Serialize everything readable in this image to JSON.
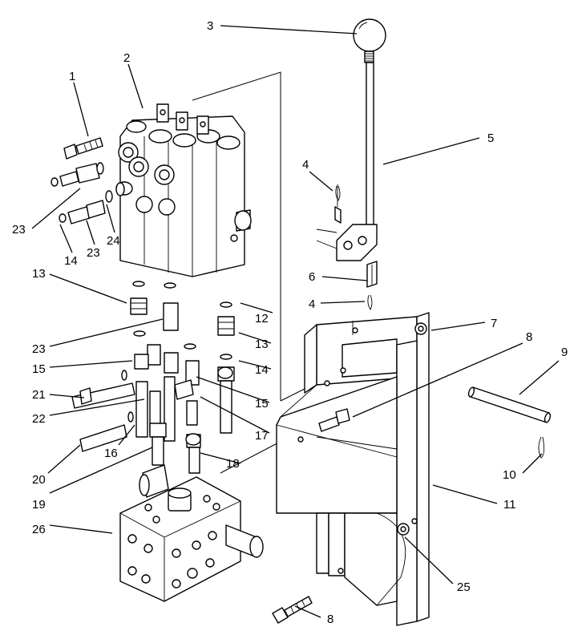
{
  "diagram": {
    "callouts": [
      {
        "id": "c1",
        "text": "1"
      },
      {
        "id": "c2",
        "text": "2"
      },
      {
        "id": "c3",
        "text": "3"
      },
      {
        "id": "c4a",
        "text": "4"
      },
      {
        "id": "c5",
        "text": "5"
      },
      {
        "id": "c23a",
        "text": "23"
      },
      {
        "id": "c14a",
        "text": "14"
      },
      {
        "id": "c23b",
        "text": "23"
      },
      {
        "id": "c24",
        "text": "24"
      },
      {
        "id": "c6",
        "text": "6"
      },
      {
        "id": "c4b",
        "text": "4"
      },
      {
        "id": "c13a",
        "text": "13"
      },
      {
        "id": "c12",
        "text": "12"
      },
      {
        "id": "c13b",
        "text": "13"
      },
      {
        "id": "c7",
        "text": "7"
      },
      {
        "id": "c8a",
        "text": "8"
      },
      {
        "id": "c9",
        "text": "9"
      },
      {
        "id": "c23c",
        "text": "23"
      },
      {
        "id": "c14b",
        "text": "14"
      },
      {
        "id": "c15a",
        "text": "15"
      },
      {
        "id": "c21",
        "text": "21"
      },
      {
        "id": "c15b",
        "text": "15"
      },
      {
        "id": "c22",
        "text": "22"
      },
      {
        "id": "c17",
        "text": "17"
      },
      {
        "id": "c16",
        "text": "16"
      },
      {
        "id": "c20",
        "text": "20"
      },
      {
        "id": "c18",
        "text": "18"
      },
      {
        "id": "c19",
        "text": "19"
      },
      {
        "id": "c10",
        "text": "10"
      },
      {
        "id": "c11",
        "text": "11"
      },
      {
        "id": "c26",
        "text": "26"
      },
      {
        "id": "c25",
        "text": "25"
      },
      {
        "id": "c8b",
        "text": "8"
      }
    ]
  }
}
